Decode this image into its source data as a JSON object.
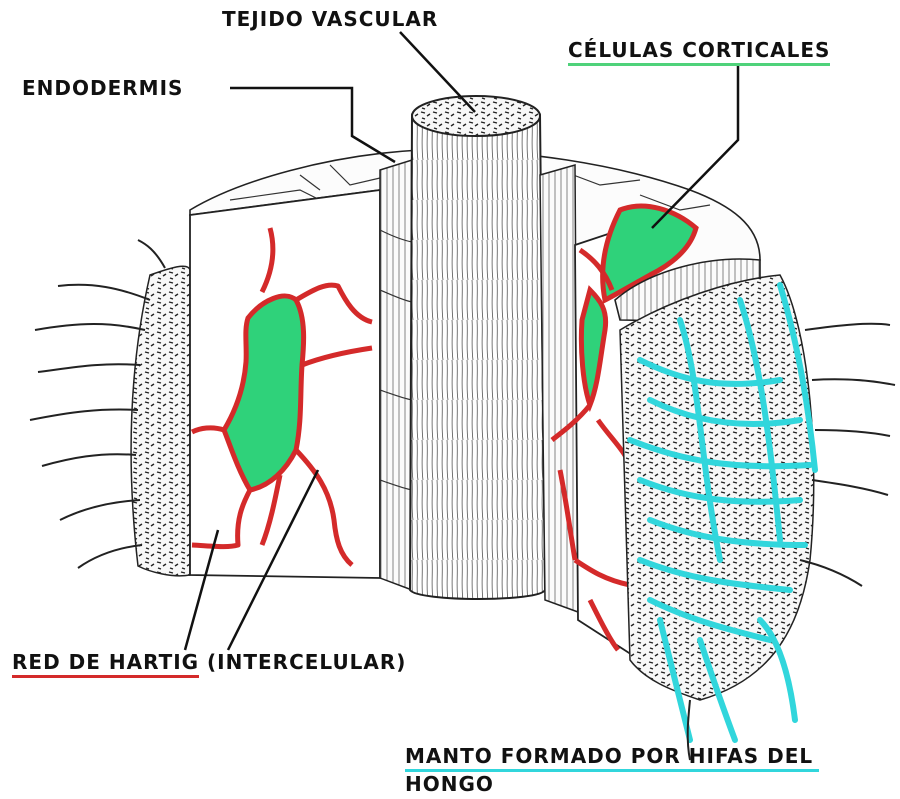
{
  "labels": {
    "tejido_vascular": "TEJIDO VASCULAR",
    "celulas_corticales": "CÉLULAS CORTICALES",
    "endodermis": "ENDODERMIS",
    "red_hartig": "RED DE HARTIG",
    "red_hartig_paren": " (INTERCELULAR)",
    "manto_line1": "MANTO FORMADO POR HIFAS DEL",
    "manto_line2": "HONGO"
  },
  "colors": {
    "hartig_net": "#d42a2a",
    "cortical_cell": "#2fd27a",
    "fungal_mantle": "#31d6dc",
    "ink": "#111111"
  }
}
